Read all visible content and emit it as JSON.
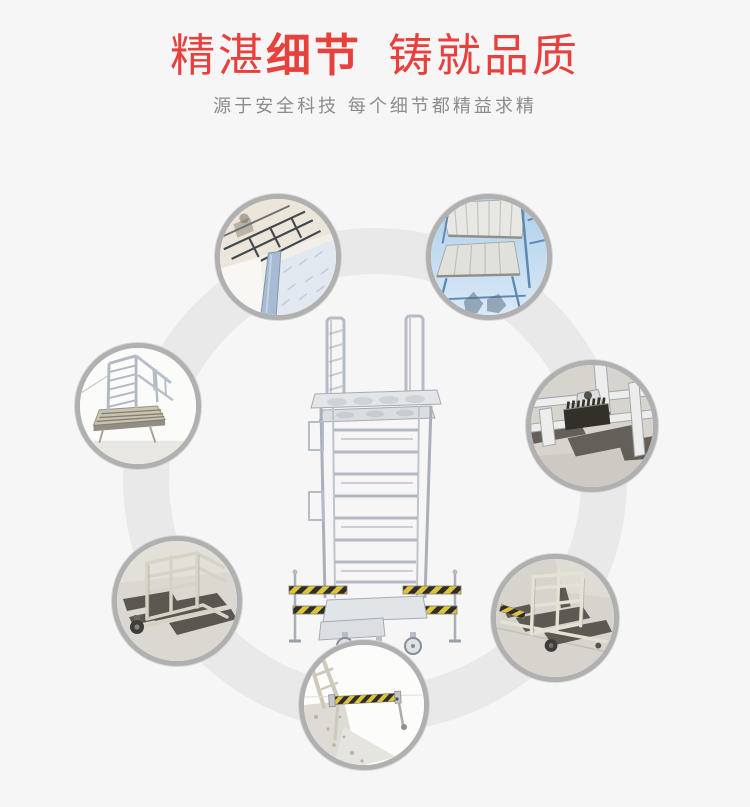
{
  "page": {
    "background_color": "#f6f6f6"
  },
  "header": {
    "title": {
      "seg1": "精湛",
      "seg2": "细节",
      "seg3": "铸就品质",
      "color": "#e7403d"
    },
    "subtitle": {
      "text": "源于安全科技 每个细节都精益求精",
      "color": "#8c8c8c"
    }
  },
  "diagram": {
    "ring_color": "#e9e9e9",
    "bubble_border_color": "#b0b0b0",
    "hazard_yellow": "#dcc43c",
    "hazard_black": "#2e2d2a",
    "center_photo": {
      "id": "aluminum-platform-ladder"
    },
    "detail_photos": [
      {
        "id": "detail-photo-rail-underside",
        "position": "top-left"
      },
      {
        "id": "detail-photo-platform-underside",
        "position": "top-right"
      },
      {
        "id": "detail-photo-top-guardrail",
        "position": "left"
      },
      {
        "id": "detail-photo-frame-serration",
        "position": "right"
      },
      {
        "id": "detail-photo-base-frame-casters",
        "position": "bottom-left"
      },
      {
        "id": "detail-photo-base-frame-side",
        "position": "bottom-right"
      },
      {
        "id": "detail-photo-warning-stripe-bar",
        "position": "bottom-center"
      }
    ]
  }
}
